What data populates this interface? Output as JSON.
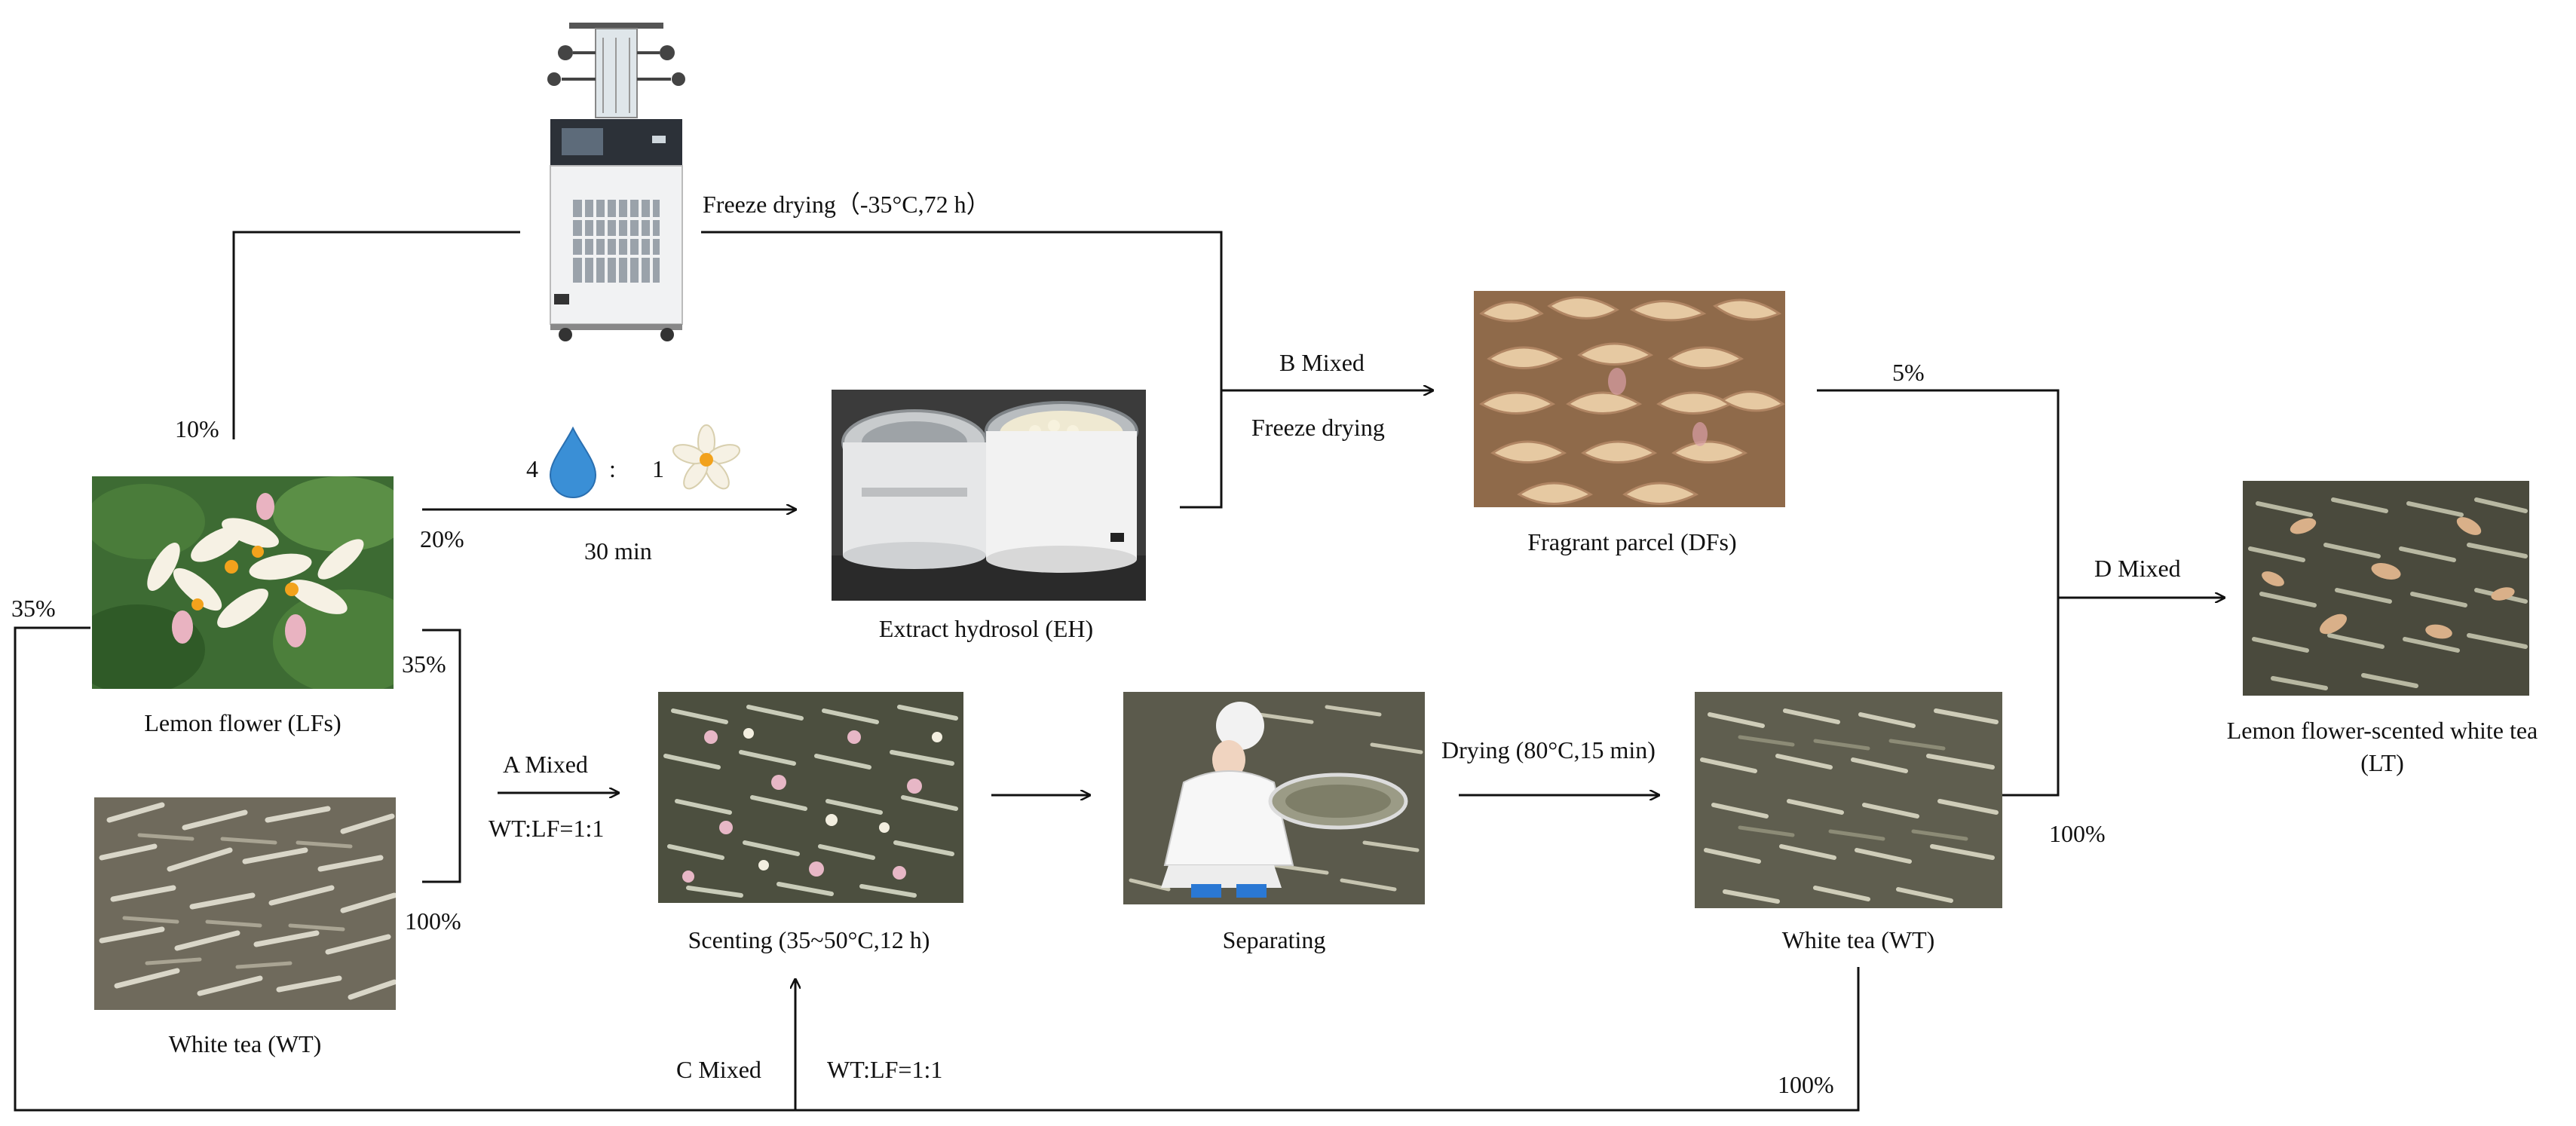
{
  "nodes": {
    "freeze_dryer": {
      "label": "Freeze drying（-35°C,72 h）",
      "icon": "freeze-dryer-machine"
    },
    "lemon_flower": {
      "label": "Lemon flower (LFs)",
      "icon": "lemon-flower-photo"
    },
    "white_tea_raw": {
      "label": "White tea (WT)",
      "icon": "white-tea-photo"
    },
    "extract_hydrosol": {
      "label": "Extract hydrosol (EH)",
      "icon": "hydrosol-extractor-photo"
    },
    "fragrant_parcel": {
      "label": "Fragrant parcel (DFs)",
      "icon": "dried-petals-photo"
    },
    "scenting": {
      "label": "Scenting (35~50°C,12 h)",
      "icon": "scenting-mix-photo"
    },
    "separating": {
      "label": "Separating",
      "icon": "worker-sieving-photo"
    },
    "white_tea_dried": {
      "label": "White tea (WT)",
      "icon": "white-tea-photo"
    },
    "final_product": {
      "label_line1": "Lemon flower-scented white tea",
      "label_line2": "(LT)",
      "icon": "scented-tea-photo"
    }
  },
  "edges": {
    "to_freeze": "10%",
    "to_hydrosol": "20%",
    "to_a_mixed": "35%",
    "loop_left": "35%",
    "white_tea_pct": "100%",
    "ratio_water": "4",
    "ratio_colon": ":",
    "ratio_flower": "1",
    "hydrosol_time": "30 min",
    "b_mixed": "B Mixed",
    "b_freeze": "Freeze drying",
    "parcel_pct": "5%",
    "d_mixed": "D Mixed",
    "wt_to_d": "100%",
    "a_mixed": "A Mixed",
    "a_ratio": "WT:LF=1:1",
    "drying": "Drying (80°C,15 min)",
    "c_mixed": "C Mixed",
    "c_ratio": "WT:LF=1:1",
    "c_pct": "100%"
  },
  "colors": {
    "line": "#111111",
    "water_drop": "#3a8fd6",
    "flower_petal": "#f6f1e4",
    "flower_center": "#f2a21c"
  }
}
